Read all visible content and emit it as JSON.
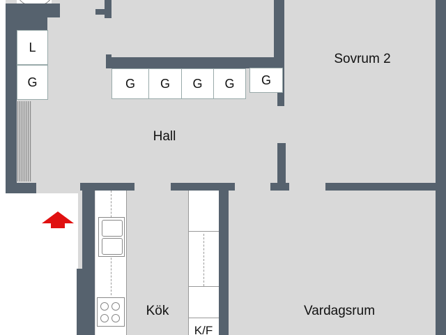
{
  "rooms": {
    "bedroom": "Sovrum  2",
    "hall": "Hall",
    "kitchen": "Kök",
    "living": "Vardagsrum"
  },
  "storage": {
    "linen": "L",
    "wardrobes": [
      "G",
      "G",
      "G",
      "G",
      "G",
      "G"
    ],
    "fridge": "K/F"
  },
  "colors": {
    "wall": "#56626e",
    "floor": "#d9d9d9",
    "entrance_arrow": "#e01010"
  }
}
